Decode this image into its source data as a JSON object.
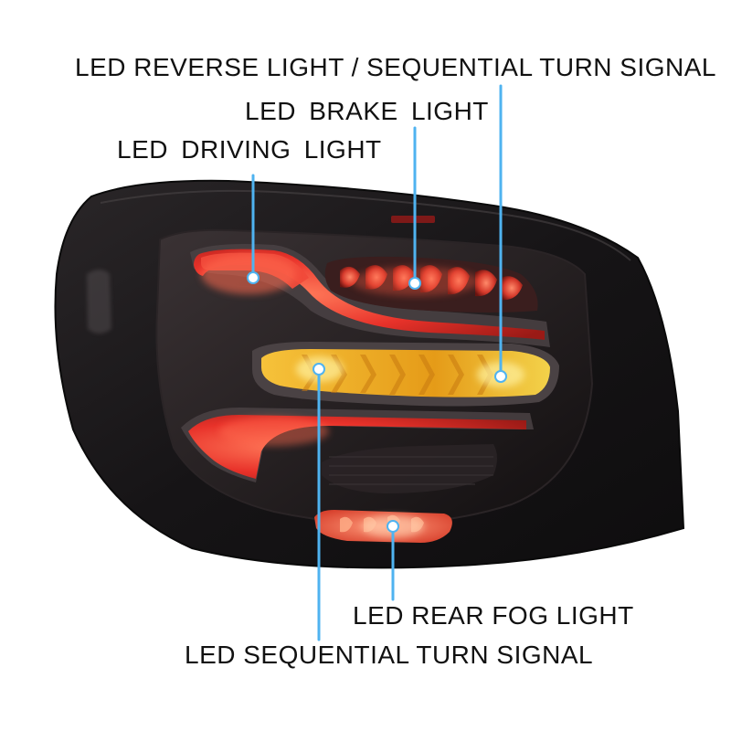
{
  "labels": {
    "reverse_turn": "LED REVERSE LIGHT / SEQUENTIAL TURN SIGNAL",
    "brake": "LED  BRAKE  LIGHT",
    "driving": "LED  DRIVING  LIGHT",
    "rear_fog": "LED REAR FOG LIGHT",
    "sequential_turn": "LED SEQUENTIAL TURN SIGNAL"
  },
  "colors": {
    "housing": "#1c1a1c",
    "red_led": "#e8322a",
    "amber_led": "#f2b21a",
    "leader_line": "#4fb3f0"
  }
}
